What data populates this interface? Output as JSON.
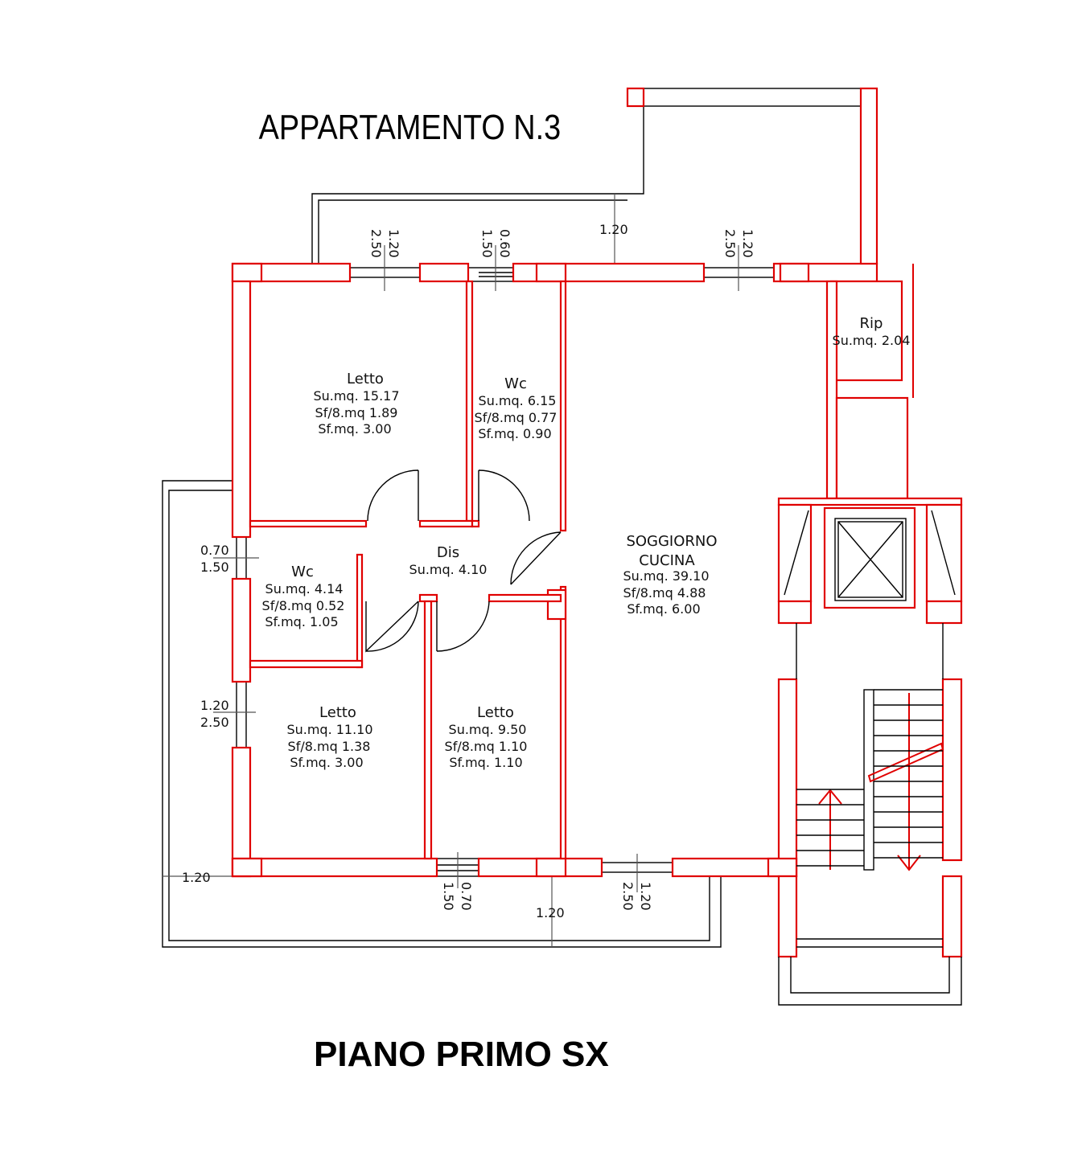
{
  "title": "APPARTAMENTO N.3",
  "floor_label": "PIANO PRIMO SX",
  "rooms": {
    "letto1": {
      "name": "Letto",
      "su": "Su.mq.  15.17",
      "sf8": "Sf/8.mq  1.89",
      "sf": "Sf.mq.  3.00"
    },
    "wc1": {
      "name": "Wc",
      "su": "Su.mq.  6.15",
      "sf8": "Sf/8.mq  0.77",
      "sf": "Sf.mq.  0.90"
    },
    "rip": {
      "name": "Rip",
      "su": "Su.mq.  2.04"
    },
    "dis": {
      "name": "Dis",
      "su": "Su.mq.  4.10"
    },
    "wc2": {
      "name": "Wc",
      "su": "Su.mq.  4.14",
      "sf8": "Sf/8.mq  0.52",
      "sf": "Sf.mq.  1.05"
    },
    "soggiorno": {
      "name1": "SOGGIORNO",
      "name2": "CUCINA",
      "su": "Su.mq.  39.10",
      "sf8": "Sf/8.mq  4.88",
      "sf": "Sf.mq.  6.00"
    },
    "letto2": {
      "name": "Letto",
      "su": "Su.mq.  11.10",
      "sf8": "Sf/8.mq  1.38",
      "sf": "Sf.mq.     3.00"
    },
    "letto3": {
      "name": "Letto",
      "su": "Su.mq.  9.50",
      "sf8": "Sf/8.mq  1.10",
      "sf": "Sf.mq.  1.10"
    }
  },
  "dimensions": {
    "top_win1": [
      "1.20",
      "2.50"
    ],
    "top_win2": [
      "0.60",
      "1.50"
    ],
    "top_balcony": "1.20",
    "top_win3": [
      "1.20",
      "2.50"
    ],
    "left_win1": [
      "0.70",
      "1.50"
    ],
    "left_win2": [
      "1.20",
      "2.50"
    ],
    "left_balcony": "1.20",
    "bottom_win1": [
      "0.70",
      "1.50"
    ],
    "bottom_balcony": "1.20",
    "bottom_win2": [
      "1.20",
      "2.50"
    ]
  },
  "colors": {
    "walls": "#e00000",
    "lines": "#000000"
  }
}
